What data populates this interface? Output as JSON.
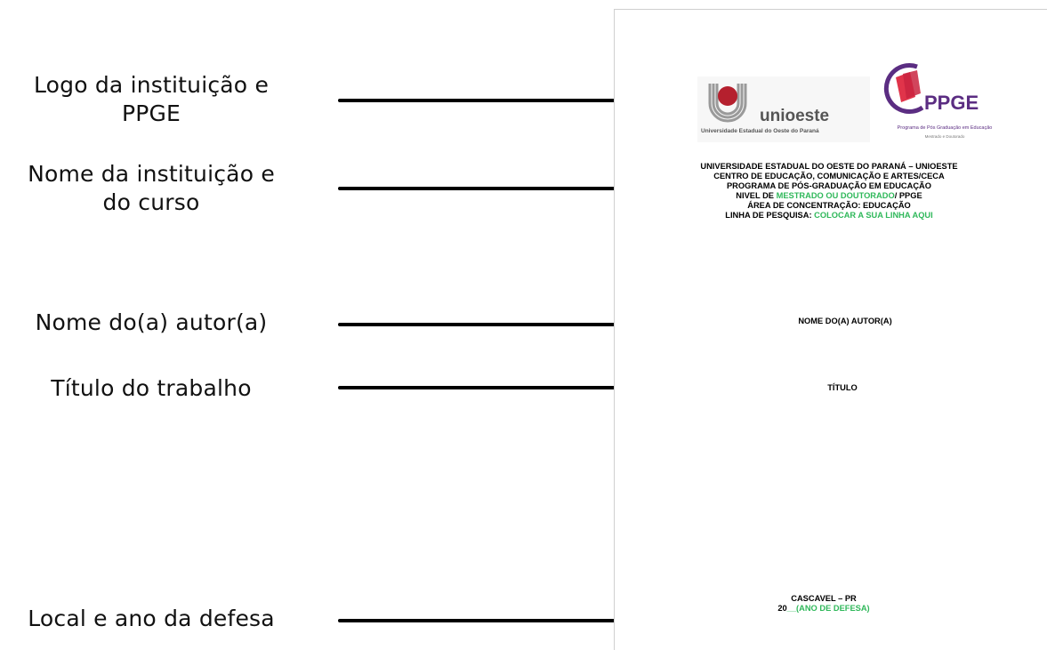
{
  "labels": {
    "logo_line1": "Logo da instituição e",
    "logo_line2": "PPGE",
    "name_line1": "Nome da instituição e",
    "name_line2": "do curso",
    "author": "Nome do(a) autor(a)",
    "title": "Título do trabalho",
    "place_year": "Local e ano da defesa"
  },
  "document": {
    "unioeste_logo": {
      "name": "unioeste",
      "subtitle": "Universidade Estadual do Oeste do Paraná"
    },
    "ppge_logo": {
      "name": "PPGE",
      "subtitle": "Programa de Pós Graduação em Educação",
      "level": "Mestrado e Doutorado"
    },
    "header": {
      "line1": "UNIVERSIDADE ESTADUAL DO OESTE DO PARANÁ – UNIOESTE",
      "line2": "CENTRO DE EDUCAÇÃO, COMUNICAÇÃO E ARTES/CECA",
      "line3": "PROGRAMA DE PÓS-GRADUAÇÃO EM EDUCAÇÃO",
      "line4_prefix": "NIVEL DE ",
      "line4_highlight": "MESTRADO OU DOUTORADO",
      "line4_suffix": "/ PPGE",
      "line5": "ÁREA DE CONCENTRAÇÃO: EDUCAÇÃO",
      "line6_prefix": "LINHA DE PESQUISA: ",
      "line6_highlight": "COLOCAR A SUA LINHA AQUI"
    },
    "author": "NOME DO(A) AUTOR(A)",
    "title": "TÍTULO",
    "city": "CASCAVEL – PR",
    "year_prefix": "20",
    "year_highlight": "__(ANO DE DEFESA)"
  },
  "colors": {
    "highlight": "#2fb85a",
    "unioeste_red": "#b5202e",
    "ppge_purple": "#5b2d82",
    "ppge_red": "#e0344a"
  }
}
